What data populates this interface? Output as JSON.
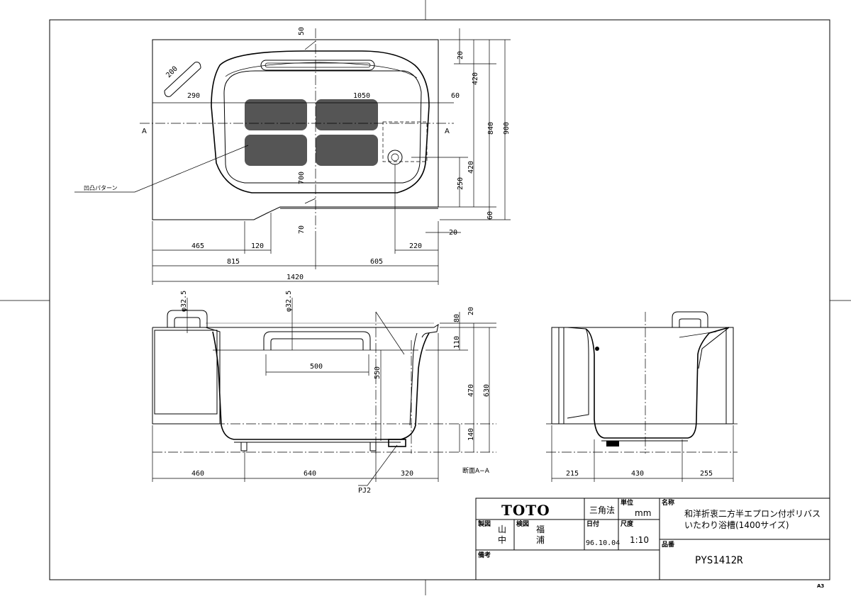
{
  "plan_view": {
    "dims": {
      "d50": "50",
      "d20_top": "20",
      "d420_a": "420",
      "d840": "840",
      "d900": "900",
      "d200": "200",
      "d290": "290",
      "d1050": "1050",
      "d60_right": "60",
      "d420_b": "420",
      "d250": "250",
      "d700": "700",
      "d70": "70",
      "d60_bottom": "60",
      "d20_bottom": "20",
      "d465": "465",
      "d120": "120",
      "d220": "220",
      "d815": "815",
      "d605": "605",
      "d1420": "1420"
    },
    "section_mark_left": "A",
    "section_mark_right": "A",
    "pattern_label": "凹凸パターン"
  },
  "front_view": {
    "dims": {
      "phi_left": "φ32.5",
      "phi_mid": "φ32.5",
      "d80": "80",
      "d20": "20",
      "d110": "110",
      "d470": "470",
      "d630": "630",
      "d140": "140",
      "d500": "500",
      "d550": "550",
      "d460": "460",
      "d640": "640",
      "d320": "320"
    },
    "pj_label": "PJ2",
    "section_caption": "断面A−A"
  },
  "side_view": {
    "dims": {
      "d215": "215",
      "d430": "430",
      "d255": "255"
    }
  },
  "title_block": {
    "brand": "TOTO",
    "projection": "三角法",
    "unit_label": "単位",
    "unit": "mm",
    "name_label": "名称",
    "name_line1": "和洋折衷二方半エプロン付ポリバス",
    "name_line2": "いたわり浴槽(1400サイズ)",
    "drawn_label": "製図",
    "drawn_by_1": "山",
    "drawn_by_2": "中",
    "checked_label": "検図",
    "checked_by_1": "福",
    "checked_by_2": "浦",
    "date_label": "日付",
    "date": "96.10.04",
    "scale_label": "尺度",
    "scale": "1:10",
    "part_no_label": "品番",
    "part_no": "PYS1412R",
    "remarks_label": "備考",
    "sheet_size": "A3"
  }
}
